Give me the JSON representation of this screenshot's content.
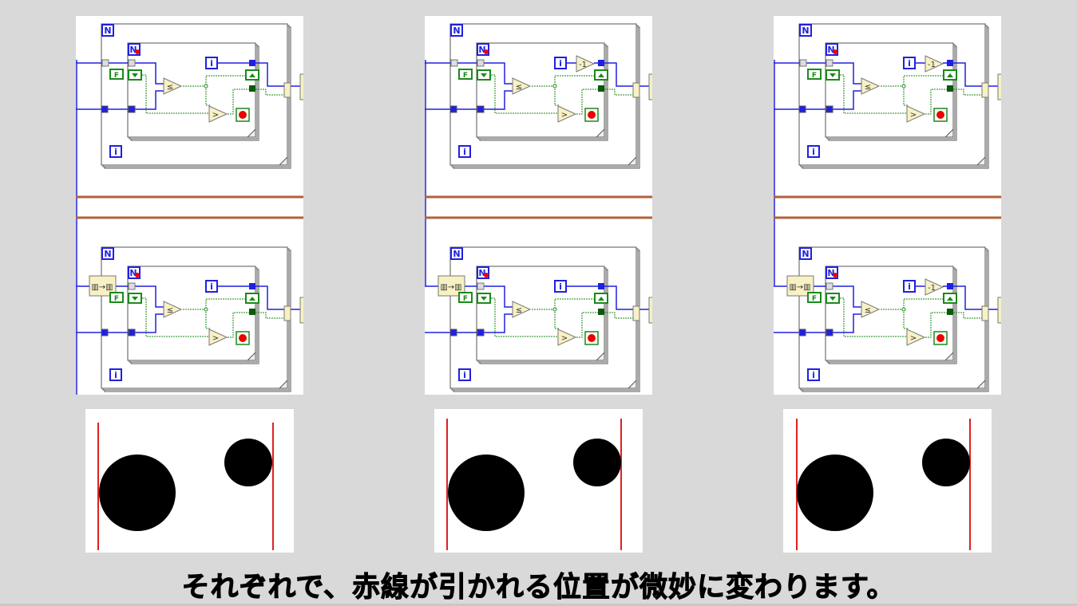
{
  "panels": [
    {
      "id": "panel-1",
      "top_has_minus_one": false,
      "bottom_has_minus_one": false
    },
    {
      "id": "panel-2",
      "top_has_minus_one": true,
      "bottom_has_minus_one": false
    },
    {
      "id": "panel-3",
      "top_has_minus_one": true,
      "bottom_has_minus_one": true
    }
  ],
  "diagram_labels": {
    "count_terminal": "N",
    "iteration_terminal": "i",
    "false_constant": "F",
    "decrement": "-1",
    "less_equal": "≤",
    "greater": ">"
  },
  "colors": {
    "background": "#d9d9d9",
    "wire_blue": "#2020e0",
    "boolean_green": "#1a8a1a",
    "separator_brown": "#b0623a",
    "red_line": "#e02020"
  },
  "caption": "それぞれで、赤線が引かれる位置が微妙に変わります。"
}
